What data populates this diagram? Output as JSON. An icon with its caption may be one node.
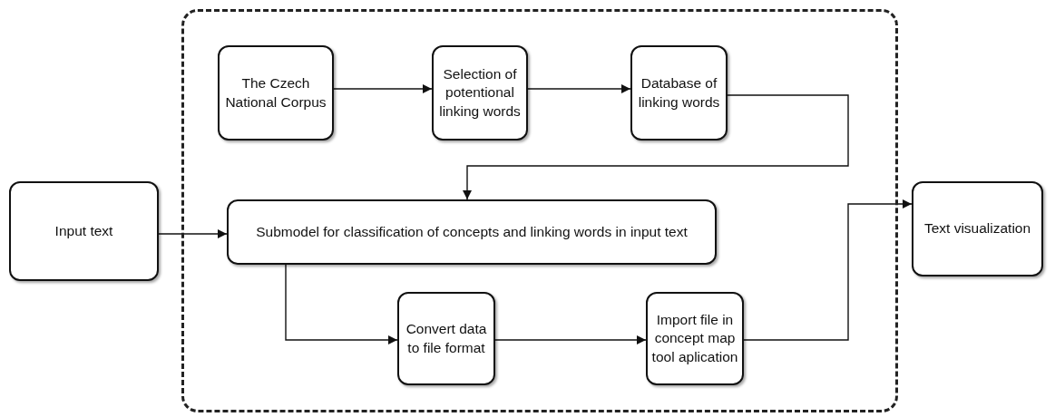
{
  "diagram": {
    "nodes": [
      {
        "text": [],
        "shape": "box"
      },
      {
        "text": [
          "The Czech National Corpus"
        ],
        "in": 0
      },
      {
        "text": [
          "Selection of potentional linking words"
        ],
        "in": 0
      },
      {
        "text": [
          "Database of linking words"
        ],
        "in": 0
      },
      {
        "text": [
          "Input text"
        ]
      },
      {
        "text": [
          "Submodel for classification of concepts and linking words in input text"
        ],
        "in": 0
      },
      {
        "text": [
          "Text visualization"
        ]
      },
      {
        "text": [
          "Convert data to file format"
        ],
        "in": 0
      },
      {
        "text": [
          "Import file in concept map tool aplication"
        ],
        "in": 0
      }
    ],
    "edges": [
      {
        "from": 1,
        "to": 2,
        "arrow": "to"
      },
      {
        "from": 2,
        "to": 3,
        "arrow": "to"
      },
      {
        "from": 3,
        "to": 5,
        "arrow": "to"
      },
      {
        "from": 4,
        "to": 5,
        "arrow": "to"
      },
      {
        "from": 5,
        "to": 7,
        "arrow": "to"
      },
      {
        "from": 7,
        "to": 8,
        "arrow": "to"
      },
      {
        "from": 8,
        "to": 6,
        "arrow": "to"
      }
    ]
  }
}
